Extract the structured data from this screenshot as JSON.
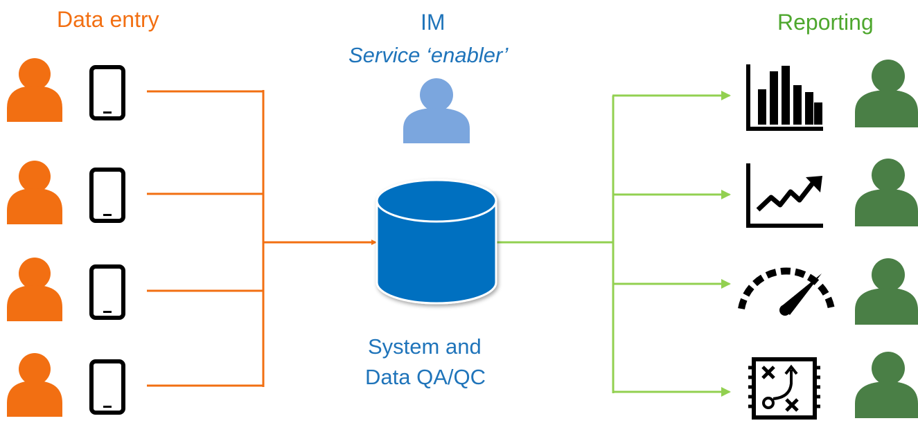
{
  "colors": {
    "entry": "#F26F12",
    "im_text": "#1F74BA",
    "im_person": "#7BA6DE",
    "database": "#0070C0",
    "reporting_line": "#92D050",
    "reporting_text": "#4EA72E",
    "reporting_person": "#4A7F46",
    "icon": "#000000"
  },
  "entry": {
    "title": "Data entry",
    "rows": [
      {
        "person_icon": "person-icon",
        "device_icon": "smartphone-icon"
      },
      {
        "person_icon": "person-icon",
        "device_icon": "smartphone-icon"
      },
      {
        "person_icon": "person-icon",
        "device_icon": "smartphone-icon"
      },
      {
        "person_icon": "person-icon",
        "device_icon": "smartphone-icon"
      }
    ]
  },
  "im": {
    "title": "IM",
    "subtitle": "Service ‘enabler’",
    "person_icon": "person-icon",
    "database_icon": "database-icon",
    "caption_line1": "System and",
    "caption_line2": "Data QA/QC"
  },
  "reporting": {
    "title": "Reporting",
    "rows": [
      {
        "output_icon": "bar-chart-icon",
        "person_icon": "person-icon"
      },
      {
        "output_icon": "trend-line-chart-icon",
        "person_icon": "person-icon"
      },
      {
        "output_icon": "speedometer-gauge-icon",
        "person_icon": "person-icon"
      },
      {
        "output_icon": "strategy-board-icon",
        "person_icon": "person-icon"
      }
    ]
  }
}
